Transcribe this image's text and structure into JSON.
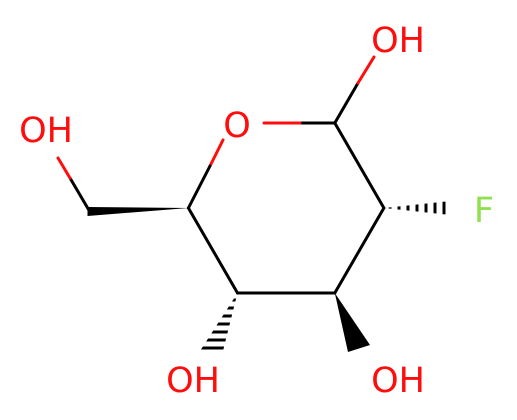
{
  "molecule": {
    "colors": {
      "bond": "#000000",
      "oxygen": "#ff0d0d",
      "fluorine": "#90e050",
      "background": "#ffffff"
    },
    "labels": {
      "oh_anomeric": "OH",
      "oh_ch2oh": "OH",
      "ring_oxygen": "O",
      "fluorine": "F",
      "oh_c4": "OH",
      "oh_c3": "OH"
    }
  }
}
